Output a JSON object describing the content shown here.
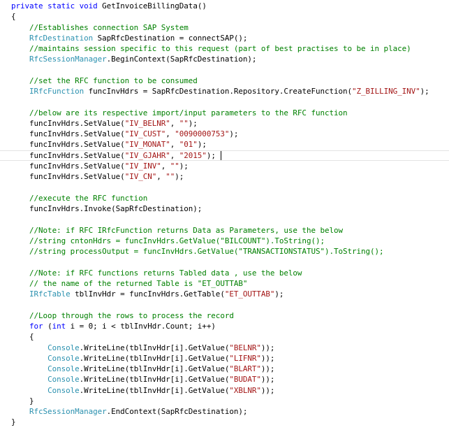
{
  "colors": {
    "keyword": "#0000ff",
    "type": "#2b91af",
    "comment": "#008000",
    "string": "#a31515",
    "text": "#000000",
    "current_line_border": "#e4e4e4",
    "background": "#ffffff"
  },
  "editor": {
    "cursor_line": 15,
    "lines": [
      {
        "indent": "",
        "tokens": [
          [
            "kw",
            "private"
          ],
          [
            "tx",
            " "
          ],
          [
            "kw",
            "static"
          ],
          [
            "tx",
            " "
          ],
          [
            "kw",
            "void"
          ],
          [
            "tx",
            " GetInvoiceBillingData()"
          ]
        ]
      },
      {
        "indent": "",
        "tokens": [
          [
            "tx",
            "{"
          ]
        ]
      },
      {
        "indent": "    ",
        "tokens": [
          [
            "cm",
            "//Establishes connection SAP System"
          ]
        ]
      },
      {
        "indent": "    ",
        "tokens": [
          [
            "ty",
            "RfcDestination"
          ],
          [
            "tx",
            " SapRfcDestination = connectSAP();"
          ]
        ]
      },
      {
        "indent": "    ",
        "tokens": [
          [
            "cm",
            "//maintains session specific to this request (part of best practises to be in place)"
          ]
        ]
      },
      {
        "indent": "    ",
        "tokens": [
          [
            "ty",
            "RfcSessionManager"
          ],
          [
            "tx",
            ".BeginContext(SapRfcDestination);"
          ]
        ]
      },
      {
        "indent": "",
        "tokens": []
      },
      {
        "indent": "    ",
        "tokens": [
          [
            "cm",
            "//set the RFC function to be consumed"
          ]
        ]
      },
      {
        "indent": "    ",
        "tokens": [
          [
            "ty",
            "IRfcFunction"
          ],
          [
            "tx",
            " funcInvHdrs = SapRfcDestination.Repository.CreateFunction("
          ],
          [
            "st",
            "\"Z_BILLING_INV\""
          ],
          [
            "tx",
            ");"
          ]
        ]
      },
      {
        "indent": "",
        "tokens": []
      },
      {
        "indent": "    ",
        "tokens": [
          [
            "cm",
            "//below are its respective import/input parameters to the RFC function"
          ]
        ]
      },
      {
        "indent": "    ",
        "tokens": [
          [
            "tx",
            "funcInvHdrs.SetValue("
          ],
          [
            "st",
            "\"IV_BELNR\""
          ],
          [
            "tx",
            ", "
          ],
          [
            "st",
            "\"\""
          ],
          [
            "tx",
            ");"
          ]
        ]
      },
      {
        "indent": "    ",
        "tokens": [
          [
            "tx",
            "funcInvHdrs.SetValue("
          ],
          [
            "st",
            "\"IV_CUST\""
          ],
          [
            "tx",
            ", "
          ],
          [
            "st",
            "\"0090000753\""
          ],
          [
            "tx",
            ");"
          ]
        ]
      },
      {
        "indent": "    ",
        "tokens": [
          [
            "tx",
            "funcInvHdrs.SetValue("
          ],
          [
            "st",
            "\"IV_MONAT\""
          ],
          [
            "tx",
            ", "
          ],
          [
            "st",
            "\"01\""
          ],
          [
            "tx",
            ");"
          ]
        ]
      },
      {
        "indent": "    ",
        "tokens": [
          [
            "tx",
            "funcInvHdrs.SetValue("
          ],
          [
            "st",
            "\"IV_GJAHR\""
          ],
          [
            "tx",
            ", "
          ],
          [
            "st",
            "\"2015\""
          ],
          [
            "tx",
            "); "
          ]
        ]
      },
      {
        "indent": "    ",
        "tokens": [
          [
            "tx",
            "funcInvHdrs.SetValue("
          ],
          [
            "st",
            "\"IV_INV\""
          ],
          [
            "tx",
            ", "
          ],
          [
            "st",
            "\"\""
          ],
          [
            "tx",
            ");"
          ]
        ]
      },
      {
        "indent": "    ",
        "tokens": [
          [
            "tx",
            "funcInvHdrs.SetValue("
          ],
          [
            "st",
            "\"IV_CN\""
          ],
          [
            "tx",
            ", "
          ],
          [
            "st",
            "\"\""
          ],
          [
            "tx",
            ");"
          ]
        ]
      },
      {
        "indent": "",
        "tokens": []
      },
      {
        "indent": "    ",
        "tokens": [
          [
            "cm",
            "//execute the RFC function"
          ]
        ]
      },
      {
        "indent": "    ",
        "tokens": [
          [
            "tx",
            "funcInvHdrs.Invoke(SapRfcDestination);"
          ]
        ]
      },
      {
        "indent": "",
        "tokens": []
      },
      {
        "indent": "    ",
        "tokens": [
          [
            "cm",
            "//Note: if RFC IRfcFunction returns Data as Parameters, use the below"
          ]
        ]
      },
      {
        "indent": "    ",
        "tokens": [
          [
            "cm",
            "//string cntonHdrs = funcInvHdrs.GetValue(\"BILCOUNT\").ToString();"
          ]
        ]
      },
      {
        "indent": "    ",
        "tokens": [
          [
            "cm",
            "//string processOutput = funcInvHdrs.GetValue(\"TRANSACTIONSTATUS\").ToString();"
          ]
        ]
      },
      {
        "indent": "",
        "tokens": []
      },
      {
        "indent": "    ",
        "tokens": [
          [
            "cm",
            "//Note: if RFC functions returns Tabled data , use the below"
          ]
        ]
      },
      {
        "indent": "    ",
        "tokens": [
          [
            "cm",
            "// the name of the returned Table is \"ET_OUTTAB\""
          ]
        ]
      },
      {
        "indent": "    ",
        "tokens": [
          [
            "ty",
            "IRfcTable"
          ],
          [
            "tx",
            " tblInvHdr = funcInvHdrs.GetTable("
          ],
          [
            "st",
            "\"ET_OUTTAB\""
          ],
          [
            "tx",
            ");"
          ]
        ]
      },
      {
        "indent": "",
        "tokens": []
      },
      {
        "indent": "    ",
        "tokens": [
          [
            "cm",
            "//Loop through the rows to process the record"
          ]
        ]
      },
      {
        "indent": "    ",
        "tokens": [
          [
            "kw",
            "for"
          ],
          [
            "tx",
            " ("
          ],
          [
            "kw",
            "int"
          ],
          [
            "tx",
            " i = 0; i < tblInvHdr.Count; i++)"
          ]
        ]
      },
      {
        "indent": "    ",
        "tokens": [
          [
            "tx",
            "{"
          ]
        ]
      },
      {
        "indent": "        ",
        "tokens": [
          [
            "ty",
            "Console"
          ],
          [
            "tx",
            ".WriteLine(tblInvHdr[i].GetValue("
          ],
          [
            "st",
            "\"BELNR\""
          ],
          [
            "tx",
            "));"
          ]
        ]
      },
      {
        "indent": "        ",
        "tokens": [
          [
            "ty",
            "Console"
          ],
          [
            "tx",
            ".WriteLine(tblInvHdr[i].GetValue("
          ],
          [
            "st",
            "\"LIFNR\""
          ],
          [
            "tx",
            "));"
          ]
        ]
      },
      {
        "indent": "        ",
        "tokens": [
          [
            "ty",
            "Console"
          ],
          [
            "tx",
            ".WriteLine(tblInvHdr[i].GetValue("
          ],
          [
            "st",
            "\"BLART\""
          ],
          [
            "tx",
            "));"
          ]
        ]
      },
      {
        "indent": "        ",
        "tokens": [
          [
            "ty",
            "Console"
          ],
          [
            "tx",
            ".WriteLine(tblInvHdr[i].GetValue("
          ],
          [
            "st",
            "\"BUDAT\""
          ],
          [
            "tx",
            "));"
          ]
        ]
      },
      {
        "indent": "        ",
        "tokens": [
          [
            "ty",
            "Console"
          ],
          [
            "tx",
            ".WriteLine(tblInvHdr[i].GetValue("
          ],
          [
            "st",
            "\"XBLNR\""
          ],
          [
            "tx",
            "));"
          ]
        ]
      },
      {
        "indent": "    ",
        "tokens": [
          [
            "tx",
            "}"
          ]
        ]
      },
      {
        "indent": "    ",
        "tokens": [
          [
            "ty",
            "RfcSessionManager"
          ],
          [
            "tx",
            ".EndContext(SapRfcDestination);"
          ]
        ]
      },
      {
        "indent": "",
        "tokens": [
          [
            "tx",
            "}"
          ]
        ]
      }
    ]
  }
}
